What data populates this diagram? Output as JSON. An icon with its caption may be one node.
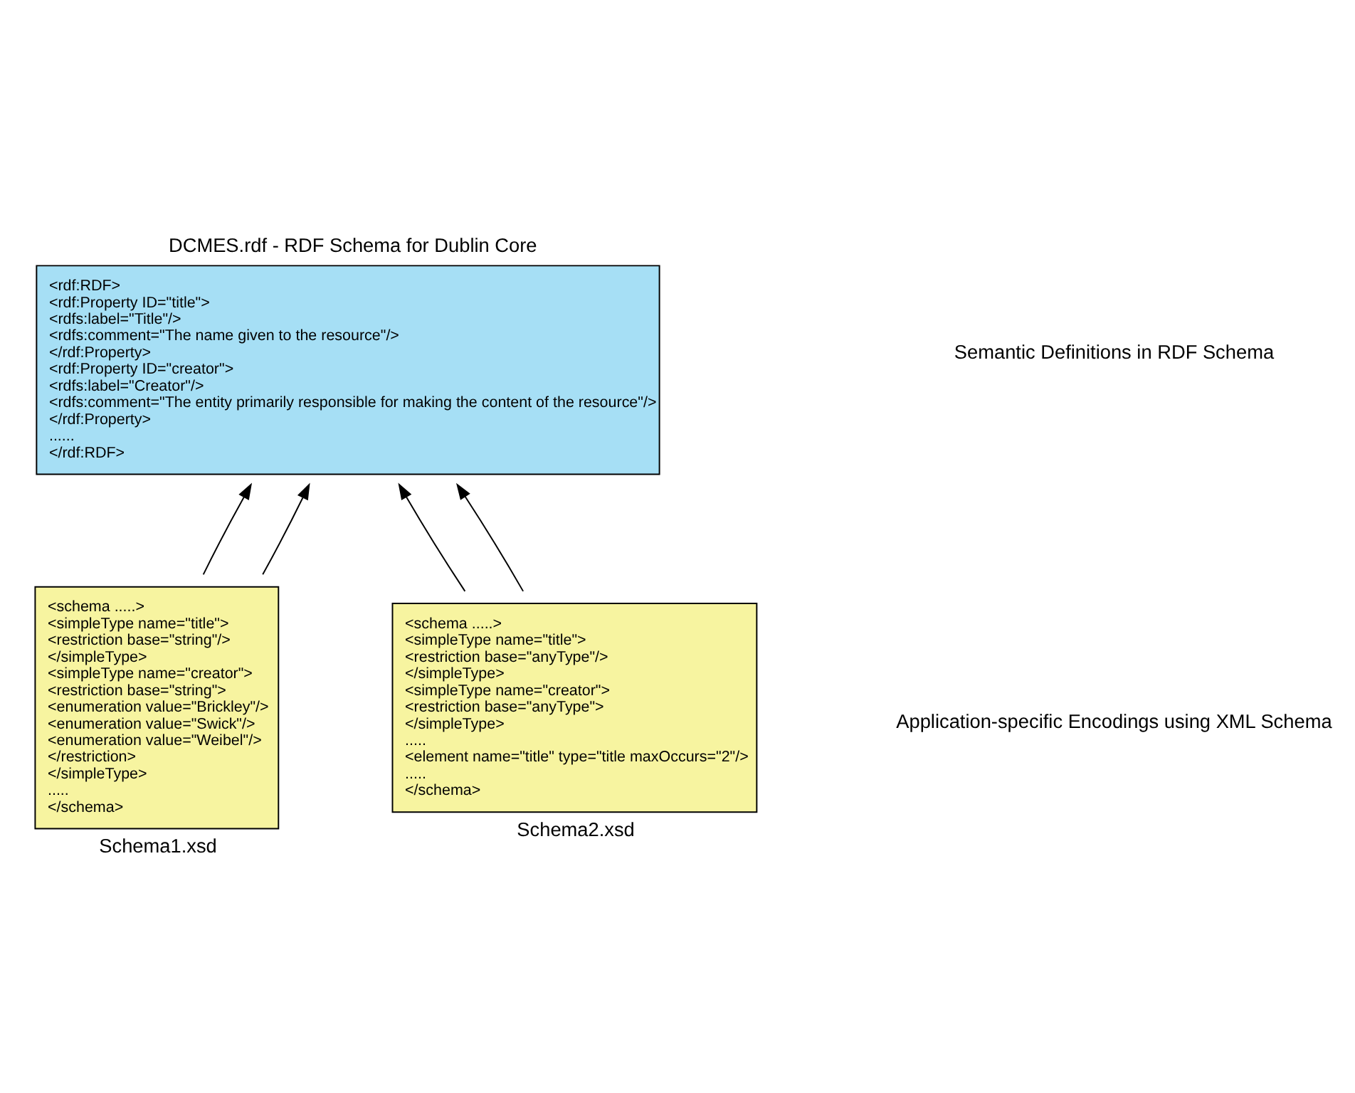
{
  "diagram": {
    "nodes": [
      {
        "text": [
          "DCMES.rdf - RDF Schema for Dublin Core",
          "<rdf:RDF>",
          "<rdf:Property ID=\"title\">",
          "<rdfs:label=\"Title\"/>",
          "<rdfs:comment=\"The name given to the resource\"/>",
          "</rdf:Property>",
          "<rdf:Property ID=\"creator\">",
          "<rdfs:label=\"Creator\"/>",
          "<rdfs:comment=\"The entity primarily responsible for making the content of the resource\"/>",
          "</rdf:Property>",
          "......",
          "</rdf:RDF>"
        ]
      },
      {
        "text": [
          "<schema .....>",
          "<simpleType name=\"title\">",
          "<restriction base=\"string\"/>",
          "</simpleType>",
          "<simpleType name=\"creator\">",
          "<restriction base=\"string\">",
          "<enumeration value=\"Brickley\"/>",
          "<enumeration value=\"Swick\"/>",
          "<enumeration value=\"Weibel\"/>",
          "</restriction>",
          "</simpleType>",
          ".....",
          "</schema>"
        ],
        "beside": [
          "Schema1.xsd"
        ]
      },
      {
        "text": [
          "<schema .....>",
          "<simpleType name=\"title\">",
          "<restriction base=\"anyType\"/>",
          "</simpleType>",
          "<simpleType name=\"creator\">",
          "<restriction base=\"anyType\">",
          "</simpleType>",
          ".....",
          "<element name=\"title\" type=\"title maxOccurs=\"2\"/>",
          ".....",
          "</schema>"
        ],
        "beside": [
          "Schema2.xsd"
        ]
      }
    ],
    "edges": [
      {
        "from": 1,
        "to": 0,
        "arrow": "to"
      },
      {
        "from": 1,
        "to": 0,
        "arrow": "to"
      },
      {
        "from": 2,
        "to": 0,
        "arrow": "to"
      },
      {
        "from": 2,
        "to": 0,
        "arrow": "to"
      }
    ],
    "labels": [
      "Semantic Definitions in RDF Schema",
      "Application-specific Encodings using XML Schema"
    ]
  }
}
